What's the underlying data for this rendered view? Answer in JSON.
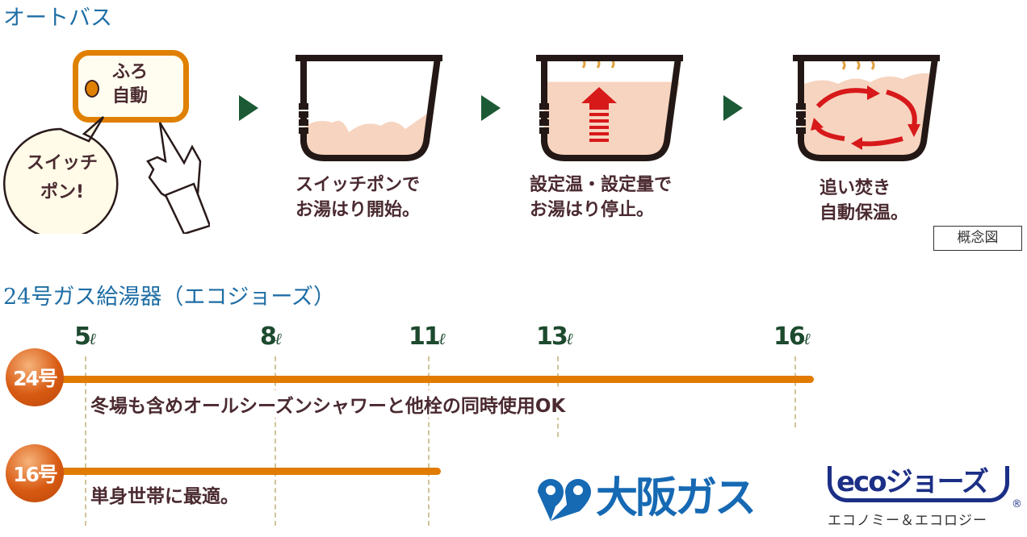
{
  "section1": {
    "title": "オートバス",
    "button_line1": "ふろ",
    "button_line2": "自動",
    "bubble_line1": "スイッチ",
    "bubble_line2": "ポン!",
    "steps": [
      {
        "line1": "スイッチポンで",
        "line2": "お湯はり開始。"
      },
      {
        "line1": "設定温・設定量で",
        "line2": "お湯はり停止。"
      },
      {
        "line1": "追い焚き",
        "line2": "自動保温。"
      }
    ],
    "note": "概念図"
  },
  "section2": {
    "title": "24号ガス給湯器（エコジョーズ）",
    "unit": "ℓ",
    "ticks": [
      "5",
      "8",
      "11",
      "13",
      "16"
    ],
    "rows": [
      {
        "badge": "24号",
        "max_liters": 16,
        "description": "冬場も含めオールシーズンシャワーと他栓の同時使用OK"
      },
      {
        "badge": "16号",
        "max_liters": 11,
        "description": "単身世帯に最適。"
      }
    ]
  },
  "logos": {
    "osaka_gas": "大阪ガス",
    "eco_jozu": "ecoジョーズ",
    "eco_registered": "®",
    "eco_tagline": "エコノミー＆エコロジー"
  },
  "colors": {
    "title": "#1f6ea5",
    "bar": "#e07b00",
    "arrow": "#1b5a35",
    "brand": "#1669b3"
  }
}
